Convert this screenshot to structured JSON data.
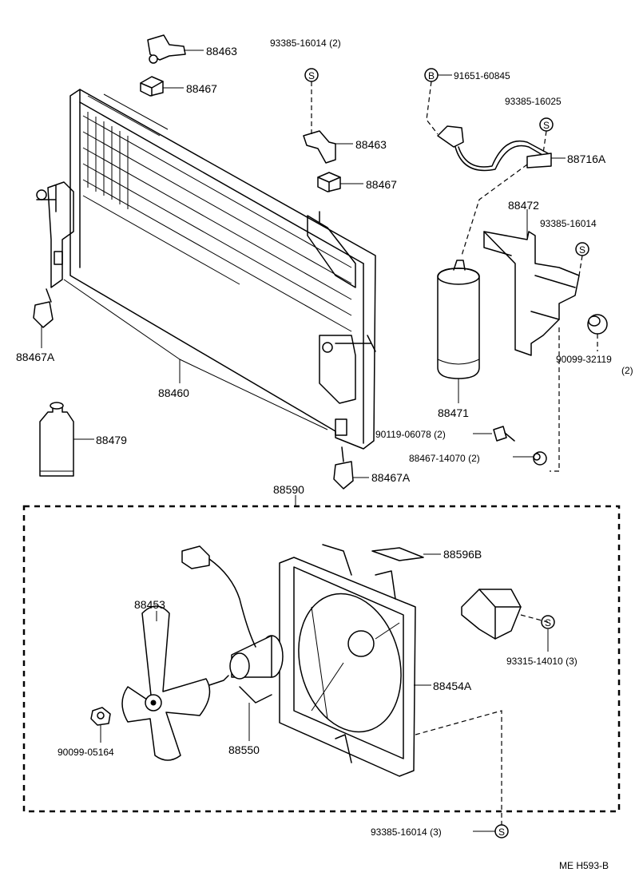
{
  "labels": {
    "p88463a": "88463",
    "p88467a": "88467",
    "p93385_16014_2": "93385-16014 (2)",
    "p88463b": "88463",
    "p88467b": "88467",
    "p91651": "91651-60845",
    "p93385_16025": "93385-16025",
    "p88716A": "88716A",
    "p88472": "88472",
    "p93385_16014_c": "93385-16014",
    "p88467A_l": "88467A",
    "p88460": "88460",
    "p88471": "88471",
    "p90099_32119": "90099-32119",
    "p90099_32119_q": "(2)",
    "p90119": "90119-06078 (2)",
    "p88479": "88479",
    "p88467_14070": "88467-14070 (2)",
    "p88467A_r": "88467A",
    "p88590": "88590",
    "p88596B": "88596B",
    "p88453": "88453",
    "p93315": "93315-14010 (3)",
    "p88454A": "88454A",
    "p90099_05164": "90099-05164",
    "p88550": "88550",
    "p93385_16014_3": "93385-16014 (3)",
    "code": "ME H593-B"
  },
  "symbols": {
    "s": "S",
    "b": "B"
  },
  "icons": {
    "radiator": "condenser-core-icon",
    "fan": "fan-blade-icon",
    "motor": "fan-motor-icon",
    "shroud": "fan-shroud-icon",
    "receiver": "receiver-drier-icon"
  }
}
